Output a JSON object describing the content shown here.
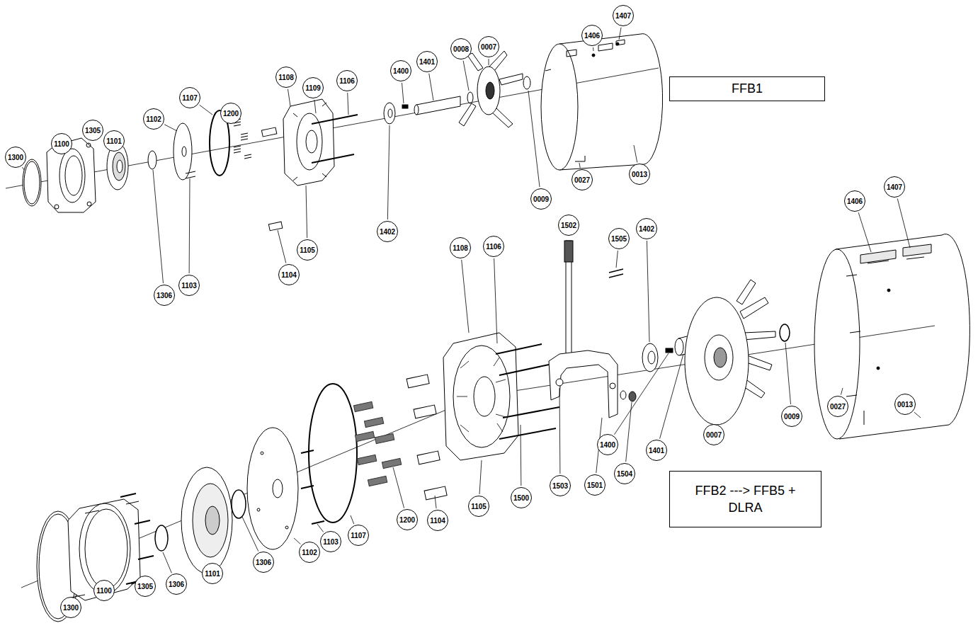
{
  "diagram": {
    "nodes": [
      {
        "text": [
          "FFB1"
        ]
      },
      {
        "text": [
          "FFB2 ---> FFB5 + DLRA"
        ]
      }
    ],
    "labels": [
      "1300",
      "1100",
      "1305",
      "1101",
      "1102",
      "1107",
      "1200",
      "1108",
      "1109",
      "1106",
      "1400",
      "1401",
      "0008",
      "0007",
      "1406",
      "1407",
      "0013",
      "0027",
      "0009",
      "1402",
      "1105",
      "1104",
      "1103",
      "1306",
      "1108",
      "1106",
      "1502",
      "1505",
      "1402",
      "1406",
      "1407",
      "0013",
      "0027",
      "0009",
      "0007",
      "1401",
      "1400",
      "1504",
      "1501",
      "1503",
      "1500",
      "1105",
      "1104",
      "1200",
      "1107",
      "1103",
      "1102",
      "1306",
      "1101",
      "1306",
      "1305",
      "1100",
      "1300"
    ]
  }
}
